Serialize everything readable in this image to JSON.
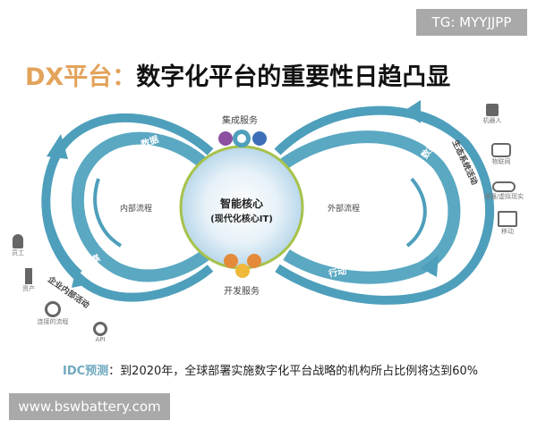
{
  "watermark_top": "TG: MYYJJPP",
  "watermark_bottom": "www.bswbattery.com",
  "title": {
    "prefix": "DX平台：",
    "main": "数字化平台的重要性日趋凸显"
  },
  "diagram": {
    "core_title": "智能核心",
    "core_subtitle": "(现代化核心IT)",
    "top_service": "集成服务",
    "bottom_service": "开发服务",
    "left_loop_label": "内部流程",
    "right_loop_label": "外部流程",
    "band_left_top": "数据",
    "band_left_bottom": "洞察",
    "band_right_top": "数据",
    "band_right_bottom": "行动",
    "left_arc_text": "企业内部活动",
    "right_arc_text": "生态系统活动",
    "left_icons": [
      {
        "icon": "employee-icon",
        "label": "员工"
      },
      {
        "icon": "robot-arm-icon",
        "label": "资产"
      },
      {
        "icon": "process-gear-icon",
        "label": "连接的流程"
      },
      {
        "icon": "api-gear-icon",
        "label": "API"
      }
    ],
    "right_icons": [
      {
        "icon": "robot-icon",
        "label": "机器人"
      },
      {
        "icon": "car-icon",
        "label": "物联网"
      },
      {
        "icon": "vr-glasses-icon",
        "label": "增强/虚拟现实"
      },
      {
        "icon": "tablet-icon",
        "label": "移动"
      }
    ],
    "colors": {
      "band": "#4e9fbb",
      "band_light": "#8cc3d6",
      "ring": "#a6c24a",
      "accent": "#e3a35b"
    }
  },
  "footer": {
    "prefix": "IDC预测",
    "text": "：到2020年，全球部署实施数字化平台战略的机构所占比例将达到60%"
  }
}
